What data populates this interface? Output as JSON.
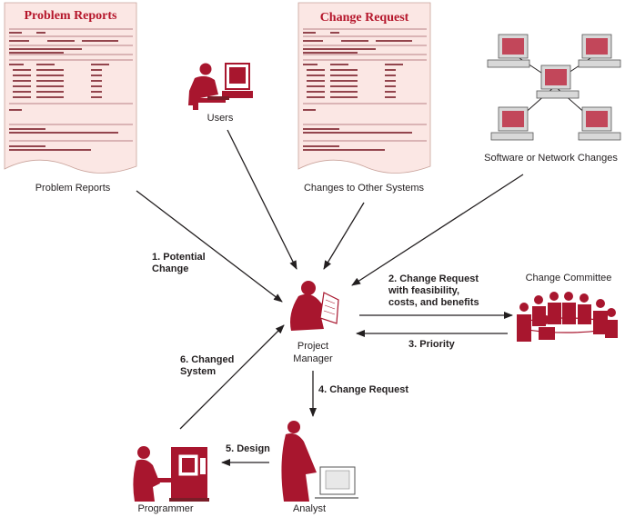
{
  "colors": {
    "accent": "#a8162e",
    "doc_fill": "#fbe7e4",
    "monitor": "#c2475a",
    "arrow": "#231f20"
  },
  "documents": {
    "problem_reports_title": "Problem Reports",
    "change_request_title": "Change Request"
  },
  "nodes": {
    "problem_reports": "Problem Reports",
    "users": "Users",
    "changes_other_systems": "Changes to Other Systems",
    "software_network": "Software or Network Changes",
    "project_manager_line1": "Project",
    "project_manager_line2": "Manager",
    "change_committee": "Change Committee",
    "programmer": "Programmer",
    "analyst": "Analyst"
  },
  "steps": {
    "s1": "1. Potential\nChange",
    "s2": "2. Change Request\nwith feasibility,\ncosts, and benefits",
    "s3": "3. Priority",
    "s4": "4. Change Request",
    "s5": "5. Design",
    "s6": "6. Changed\nSystem"
  },
  "icons": {
    "users": "computer-user-icon",
    "network": "network-computers-icon",
    "project_manager": "manager-icon",
    "committee": "meeting-group-icon",
    "programmer": "programmer-workstation-icon",
    "analyst": "analyst-icon"
  }
}
